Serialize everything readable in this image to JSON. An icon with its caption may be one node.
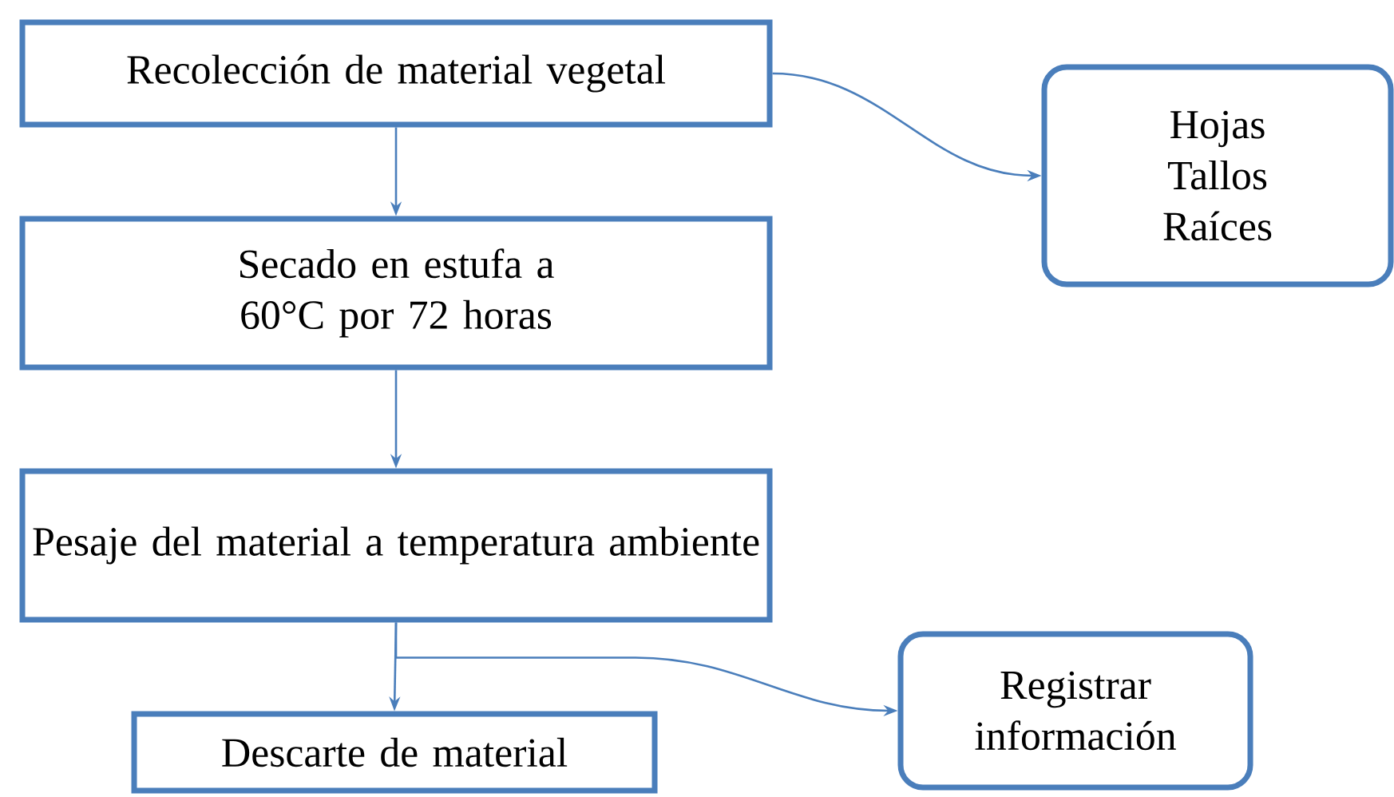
{
  "diagram": {
    "nodes": [
      {
        "text": [
          "Recolección de material vegetal"
        ]
      },
      {
        "text": [
          "Hojas Tallos Raíces"
        ]
      },
      {
        "text": [
          "Secado en estufa a 60°C por 72 horas"
        ]
      },
      {
        "text": [
          "Pesaje del material a temperatura ambiente"
        ]
      },
      {
        "text": [
          "Descarte de material"
        ]
      },
      {
        "text": [
          "Registrar información"
        ]
      }
    ],
    "edges": [
      {
        "from": 0,
        "to": 1,
        "arrow": "to"
      },
      {
        "from": 0,
        "to": 2,
        "arrow": "to"
      },
      {
        "from": 2,
        "to": 3,
        "arrow": "to"
      },
      {
        "from": 3,
        "to": 4,
        "arrow": "to"
      },
      {
        "from": 3,
        "to": 5,
        "arrow": "to"
      }
    ]
  }
}
